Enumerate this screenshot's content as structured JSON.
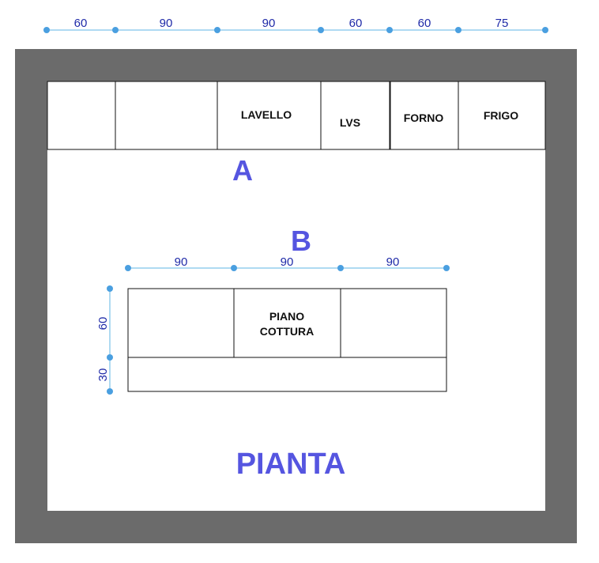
{
  "colors": {
    "wall": "#6b6b6b",
    "floor": "#ffffff",
    "cabinet_stroke": "#111111",
    "dimension_line": "#5fb4e6",
    "dimension_point": "#4a9fe0",
    "dimension_text": "#1f2aa8",
    "section_label": "#5555e0"
  },
  "top_dimensions": [
    "60",
    "90",
    "90",
    "60",
    "60",
    "75"
  ],
  "wall_a": {
    "label": "A",
    "cabinets": [
      "",
      "",
      "LAVELLO",
      "LVS",
      "FORNO",
      "FRIGO"
    ]
  },
  "island_b": {
    "label": "B",
    "width_dimensions": [
      "90",
      "90",
      "90"
    ],
    "depth_dimensions": [
      "60",
      "30"
    ],
    "modules": [
      "",
      "PIANO COTTURA",
      ""
    ],
    "hob_lines": [
      "PIANO",
      "COTTURA"
    ]
  },
  "plan_title": "PIANTA"
}
